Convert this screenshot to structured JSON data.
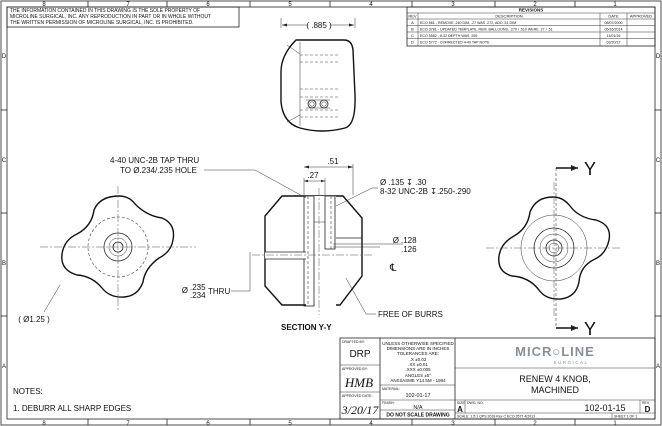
{
  "border": {
    "top_zones": [
      "8",
      "7",
      "6",
      "5",
      "4",
      "3",
      "2",
      "1"
    ],
    "bottom_zones": [
      "8",
      "7",
      "6",
      "5",
      "4",
      "3",
      "2",
      "1"
    ],
    "side_zones": [
      "D",
      "C",
      "B",
      "A"
    ]
  },
  "notice": {
    "line1": "THE INFORMATION CONTAINED IN THIS DRAWING IS THE SOLE PROPERTY OF",
    "line2": "MICROLINE SURGICAL, INC.  ANY REPRODUCTION IN PART OR IN WHOLE WITHOUT",
    "line3": "THE WRITTEN PERMISSION OF MICROLINE SURGICAL, INC. IS PROHIBITED."
  },
  "revisions": {
    "title": "REVISIONS",
    "headers": {
      "rev": "REV",
      "description": "DESCRIPTION",
      "date": "DATE",
      "approved": "APPROVED"
    },
    "rows": [
      {
        "rev": "A",
        "description": "ECO 561 - REMOVE .240 DIM, .27 WAS .272, ADD .51 DIM",
        "date": "08/07/2000",
        "approved": ""
      },
      {
        "rev": "B",
        "description": "ECO 3781 - UPDATED TEMPLATE, REM. BALLOONS, .270 / .510 WERE .27 / .51",
        "date": "05/16/2014",
        "approved": ""
      },
      {
        "rev": "C",
        "description": "ECO 5582 - 8-32 DEPTH WAS .255",
        "date": "11/01/16",
        "approved": ""
      },
      {
        "rev": "D",
        "description": "ECO 5772 - CORRECTED 4-40 TAP NOTE",
        "date": "03/20/17",
        "approved": ""
      }
    ]
  },
  "dimensions": {
    "top_width": "( .885 )",
    "dia_left": "( Ø1.25 )",
    "tap_note_line1": "4-40 UNC-2B TAP THRU",
    "tap_note_line2": "TO Ø.234/.235 HOLE",
    "dim_51": ".51",
    "dim_27": ".27",
    "counterbore_line1": "Ø .135 ↧ .30",
    "counterbore_line2": "8-32 UNC-2B ↧.250-.290",
    "dia_128": ".128",
    "dia_126": ".126",
    "dia_prefix": "Ø",
    "thru_235": ".235",
    "thru_234": ".234",
    "thru_label": "THRU",
    "free_of_burrs": "FREE OF BURRS",
    "centerline_symbol": "℄",
    "section_title": "SECTION Y-Y",
    "section_letter_top": "Y",
    "section_letter_bottom": "Y"
  },
  "notes": {
    "title": "NOTES:",
    "items": [
      "1. DEBURR ALL SHARP EDGES"
    ]
  },
  "title_block": {
    "drafted_label": "DRAFTED BY:",
    "drafted_by": "DRP",
    "approved_label": "APPROVED BY:",
    "approved_sig": "HMB",
    "approved_date_label": "APPROVED DATE:",
    "approved_date": "3/20/17",
    "tolerance_lines": [
      "UNLESS OTHERWISE SPECIFIED",
      "DIMENSIONS ARE IN INCHES",
      "TOLERANCES ARE:"
    ],
    "tol_x": ".X  ±0.02",
    "tol_xx": ".XX  ±0.01",
    "tol_xxx": ".XXX  ±0.005",
    "tol_angles": "ANGLES  ±5°",
    "standard": "ANSI/ASME Y14.5M - 1994",
    "material_label": "MATERIAL:",
    "material": "102-01-17",
    "finish_label": "FINISH:",
    "finish": "N/A",
    "no_scale": "DO NOT SCALE DRAWING",
    "logo_text": "MICR○LINE",
    "logo_sub": "SURGICAL",
    "part_title_line1": "RENEW 4 KNOB,",
    "part_title_line2": "MACHINED",
    "size_label": "SIZE",
    "size": "A",
    "dwg_label": "DWG.  NO.",
    "dwg_no": "102-01-15",
    "rev_label": "REV",
    "rev": "D",
    "scale_line": "SCALE: 1.5:1  QPS 2018 Rev C  ECO 3577 4/2013",
    "sheet": "SHEET 1  OF 1"
  },
  "colors": {
    "line": "#222222",
    "logo": "#8a8f95"
  }
}
